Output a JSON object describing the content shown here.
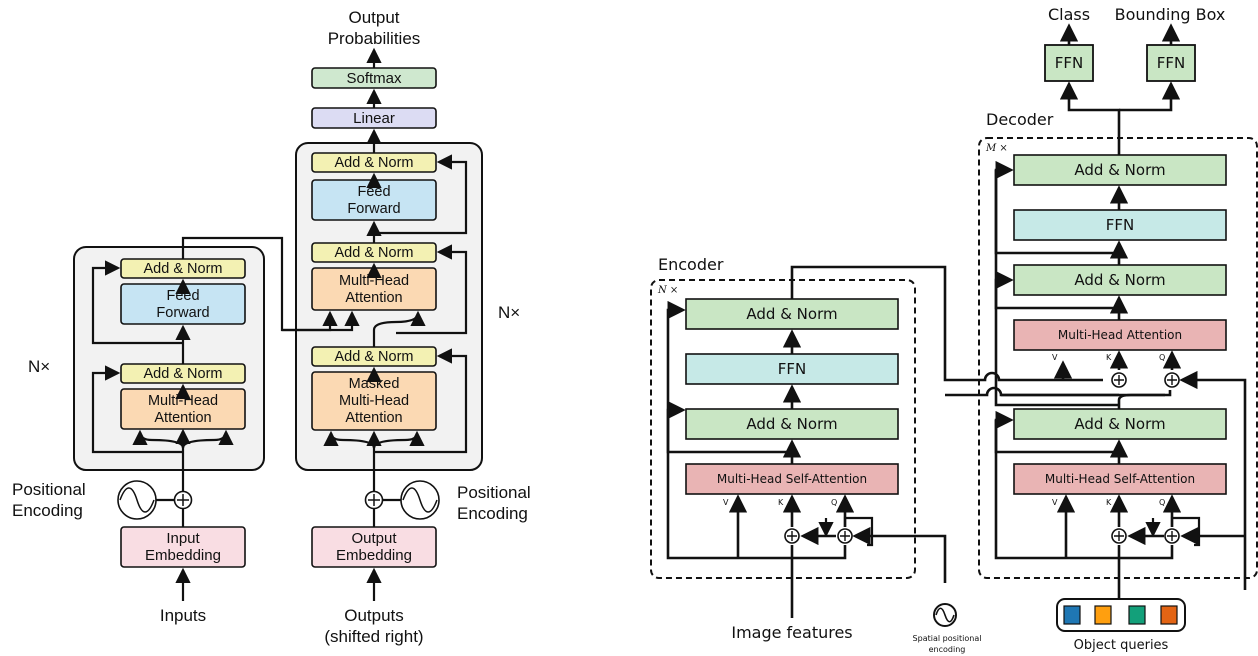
{
  "left": {
    "output_probabilities": [
      "Output",
      "Probabilities"
    ],
    "softmax": "Softmax",
    "linear": "Linear",
    "add_norm": "Add & Norm",
    "feed_forward": [
      "Feed",
      "Forward"
    ],
    "multi_head_attention": [
      "Multi-Head",
      "Attention"
    ],
    "masked_attention": [
      "Masked",
      "Multi-Head",
      "Attention"
    ],
    "nx": "N×",
    "positional_encoding": [
      "Positional",
      "Encoding"
    ],
    "input_embedding": [
      "Input",
      "Embedding"
    ],
    "output_embedding": [
      "Output",
      "Embedding"
    ],
    "inputs": "Inputs",
    "outputs": [
      "Outputs",
      "(shifted right)"
    ]
  },
  "right": {
    "class": "Class",
    "bounding_box": "Bounding Box",
    "ffn": "FFN",
    "decoder": "Decoder",
    "encoder": "Encoder",
    "mx": "M ×",
    "nx": "N ×",
    "add_norm": "Add & Norm",
    "multi_head_attention": "Multi-Head Attention",
    "multi_head_self_attention": "Multi-Head Self-Attention",
    "v": "V",
    "k": "K",
    "q": "Q",
    "image_features": "Image features",
    "spatial_positional_encoding": [
      "Spatial positional",
      "encoding"
    ],
    "object_queries": "Object queries",
    "query_colors": [
      "#1f77b4",
      "#ff9f0f",
      "#13a07a",
      "#e36414"
    ]
  }
}
